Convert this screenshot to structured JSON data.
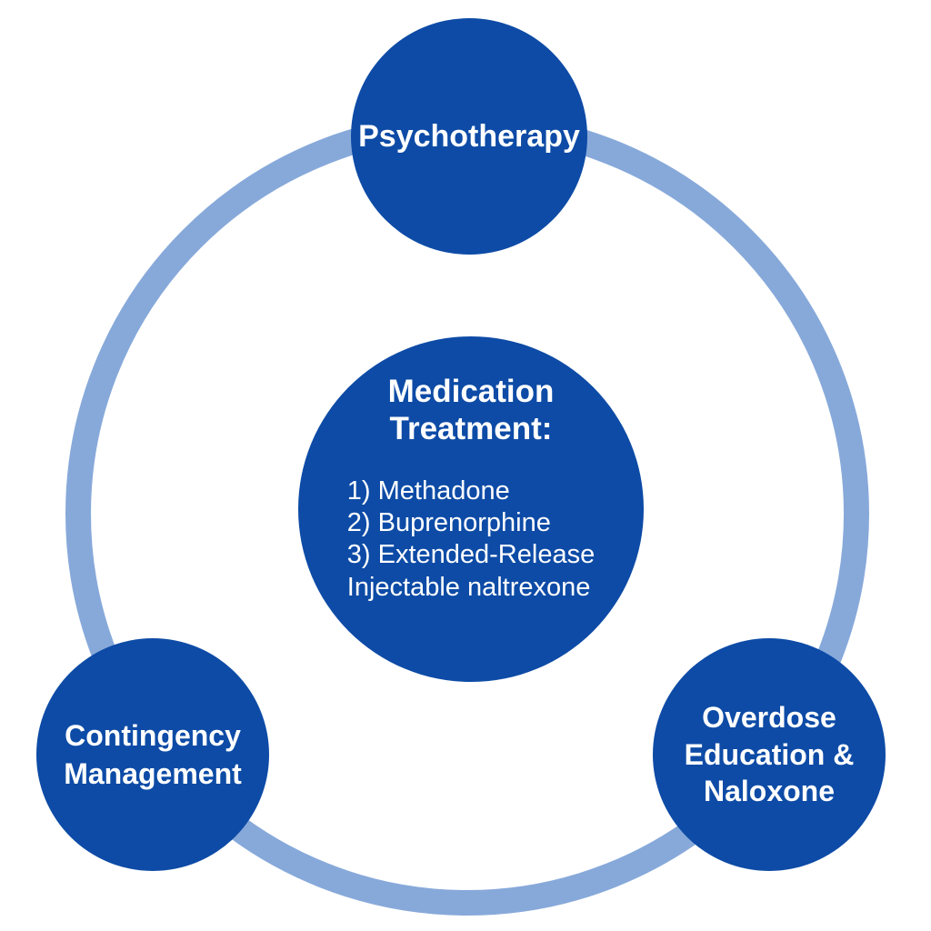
{
  "colors": {
    "background": "#ffffff",
    "node_fill": "#0d4ba6",
    "ring_stroke": "#87a9da",
    "text": "#ffffff"
  },
  "center": {
    "title": "Medication\nTreatment:",
    "items": [
      "1) Methadone",
      "2) Buprenorphine",
      "3) Extended-Release",
      "Injectable naltrexone"
    ]
  },
  "nodes": {
    "top": {
      "label": "Psychotherapy"
    },
    "bottom_left": {
      "label": "Contingency\nManagement"
    },
    "bottom_right": {
      "label": "Overdose\nEducation &\nNaloxone"
    }
  }
}
